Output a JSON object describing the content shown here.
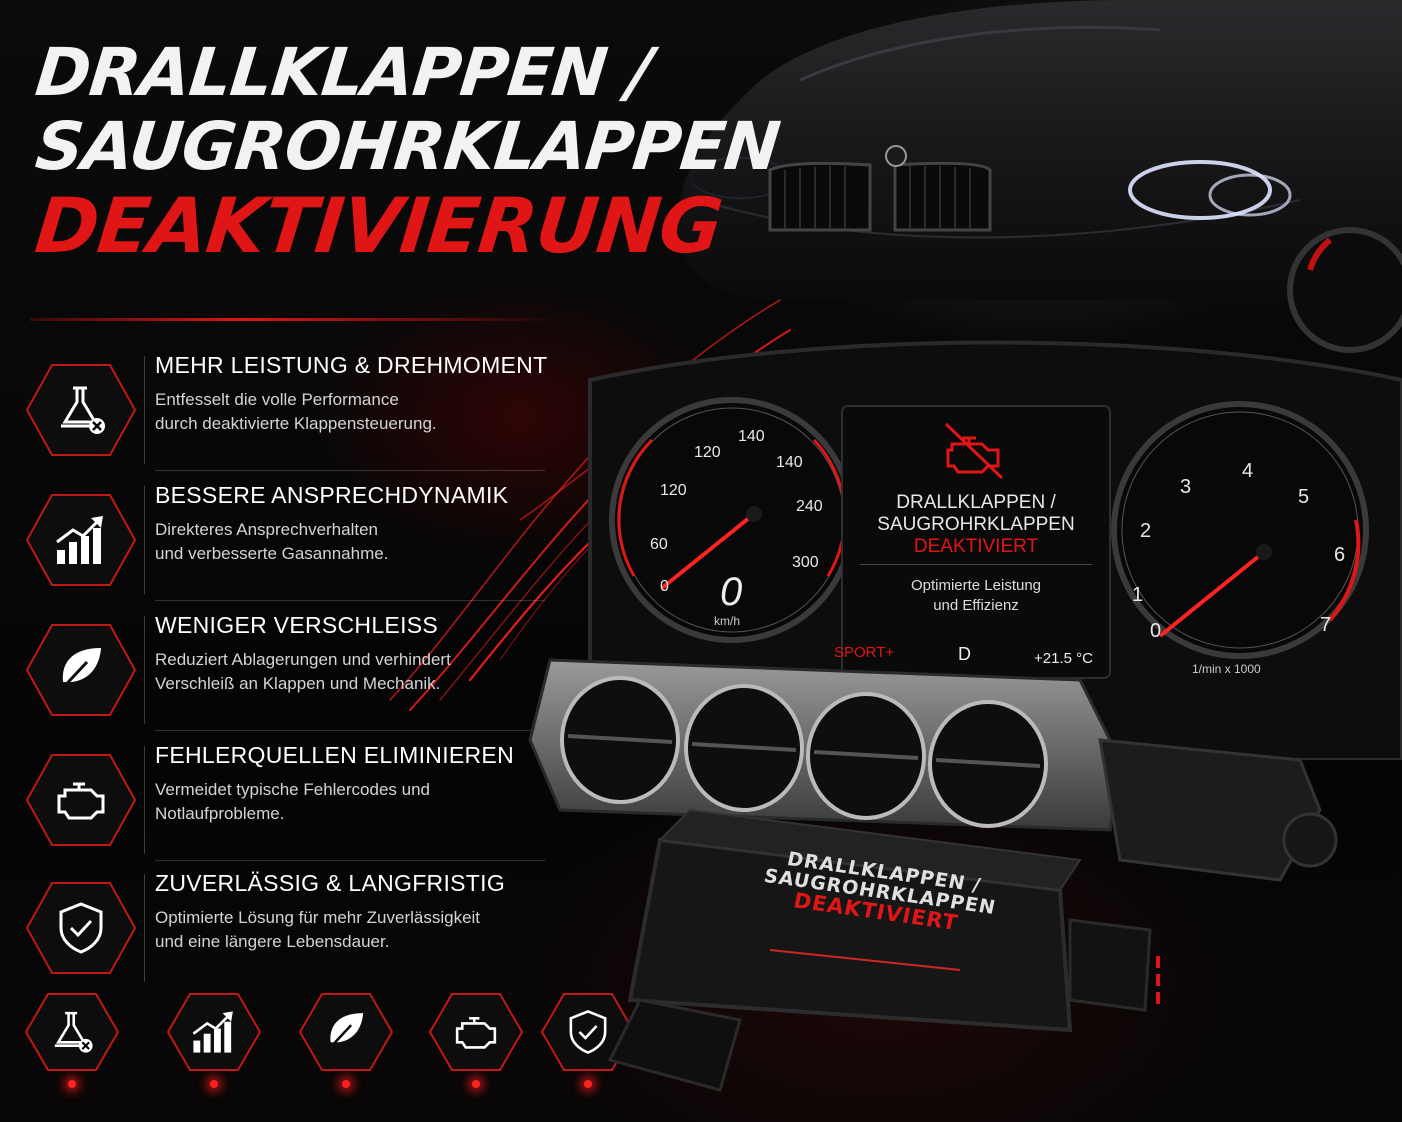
{
  "title": {
    "line1": "DRALLKLAPPEN /",
    "line2": "SAUGROHRKLAPPEN",
    "line3": "DEAKTIVIERUNG"
  },
  "colors": {
    "accent": "#e01616",
    "background": "#050505",
    "text": "#ffffff"
  },
  "features": [
    {
      "icon": "flask-no-icon",
      "title": "MEHR LEISTUNG & DREHMOMENT",
      "desc1": "Entfesselt die volle Performance",
      "desc2": "durch deaktivierte Klappensteuerung."
    },
    {
      "icon": "growth-chart-icon",
      "title": "BESSERE ANSPRECHDYNAMIK",
      "desc1": "Direkteres Ansprechverhalten",
      "desc2": "und verbesserte Gasannahme."
    },
    {
      "icon": "leaf-icon",
      "title": "WENIGER VERSCHLEISS",
      "desc1": "Reduziert Ablagerungen und verhindert",
      "desc2": "Verschleiß an Klappen und Mechanik."
    },
    {
      "icon": "engine-icon",
      "title": "FEHLERQUELLEN ELIMINIEREN",
      "desc1": "Vermeidet typische Fehlercodes und",
      "desc2": "Notlaufprobleme."
    },
    {
      "icon": "shield-check-icon",
      "title": "ZUVERLÄSSIG & LANGFRISTIG",
      "desc1": "Optimierte Lösung für mehr Zuverlässigkeit",
      "desc2": "und eine längere Lebensdauer."
    }
  ],
  "bottom_icons": [
    "flask-no-icon",
    "growth-chart-icon",
    "leaf-icon",
    "engine-icon",
    "shield-check-icon"
  ],
  "cluster": {
    "screen_title1": "DRALLKLAPPEN /",
    "screen_title2": "SAUGROHRKLAPPEN",
    "screen_status": "DEAKTIVIERT",
    "screen_sub1": "Optimierte Leistung",
    "screen_sub2": "und Effizienz",
    "mode": "SPORT+",
    "gear": "D",
    "temperature": "+21.5 °C",
    "speed_value": "0",
    "speed_unit": "km/h",
    "speed_ticks": [
      "0",
      "60",
      "120",
      "120",
      "140",
      "140",
      "240",
      "300"
    ],
    "rpm_ticks": [
      "0",
      "1",
      "2",
      "3",
      "4",
      "5",
      "6",
      "7"
    ],
    "rpm_unit": "1/min x 1000"
  },
  "module": {
    "line1": "DRALLKLAPPEN /",
    "line2": "SAUGROHRKLAPPEN",
    "line3": "DEAKTIVIERT"
  }
}
